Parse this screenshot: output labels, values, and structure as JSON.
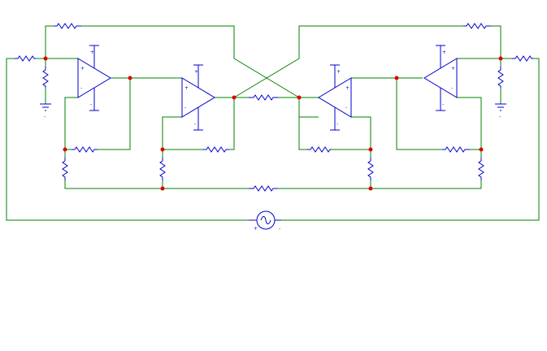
{
  "diagram": {
    "type": "circuit-schematic",
    "colors": {
      "wire": "#008000",
      "component": "#0000cc",
      "junction": "#dd0000",
      "background": "#ffffff"
    },
    "opamp_input_marks": {
      "noninverting": "+",
      "inverting": "-"
    },
    "supply_marks": {
      "positive": "+",
      "negative": "-"
    },
    "source_marks": {
      "positive": "+",
      "negative": "-"
    },
    "opamps": [
      {
        "id": "U1",
        "orientation": "right"
      },
      {
        "id": "U2",
        "orientation": "right"
      },
      {
        "id": "U3",
        "orientation": "left"
      },
      {
        "id": "U4",
        "orientation": "left"
      }
    ],
    "components": {
      "resistors": 16,
      "opamps": 4,
      "ground_symbols": 2,
      "ac_sources": 1
    }
  }
}
